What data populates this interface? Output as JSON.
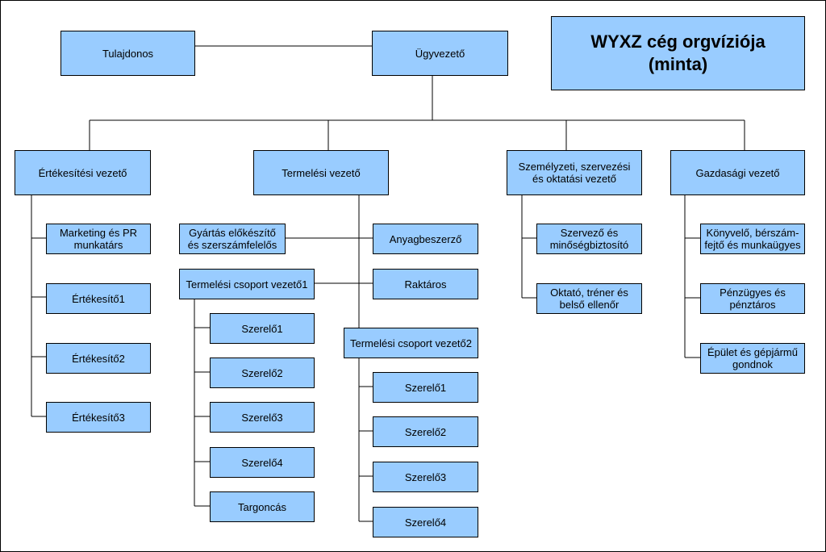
{
  "title": "WYXZ cég orgvíziója\n(minta)",
  "nodes": {
    "tulajdonos": "Tulajdonos",
    "ugyvezeto": "Ügyvezető",
    "ertekesitesi_vezeto": "Értékesítési vezető",
    "termelesi_vezeto": "Termelési vezető",
    "szemelyzeti_vezeto": "Személyzeti, szervezési\nés oktatási vezető",
    "gazdasagi_vezeto": "Gazdasági vezető",
    "marketing": "Marketing és PR\nmunkatárs",
    "ertekesito1": "Értékesítő1",
    "ertekesito2": "Értékesítő2",
    "ertekesito3": "Értékesítő3",
    "gyartas_elokeszito": "Gyártás előkészítő\nés szerszámfelelős",
    "anyagbeszerzo": "Anyagbeszerző",
    "csoport_vezeto1": "Termelési csoport vezető1",
    "raktaros": "Raktáros",
    "csoport_vezeto2": "Termelési csoport vezető2",
    "g1_szerelo1": "Szerelő1",
    "g1_szerelo2": "Szerelő2",
    "g1_szerelo3": "Szerelő3",
    "g1_szerelo4": "Szerelő4",
    "targoncas": "Targoncás",
    "g2_szerelo1": "Szerelő1",
    "g2_szerelo2": "Szerelő2",
    "g2_szerelo3": "Szerelő3",
    "g2_szerelo4": "Szerelő4",
    "szervezo": "Szervező és\nminőségbiztosító",
    "oktato": "Oktató, tréner és\nbelső ellenőr",
    "konyvelo": "Könyvelő, bérszám-\nfejtő és munkaügyes",
    "penzugyes": "Pénzügyes és\npénztáros",
    "epulet": "Épület és gépjármű\ngondnok"
  }
}
